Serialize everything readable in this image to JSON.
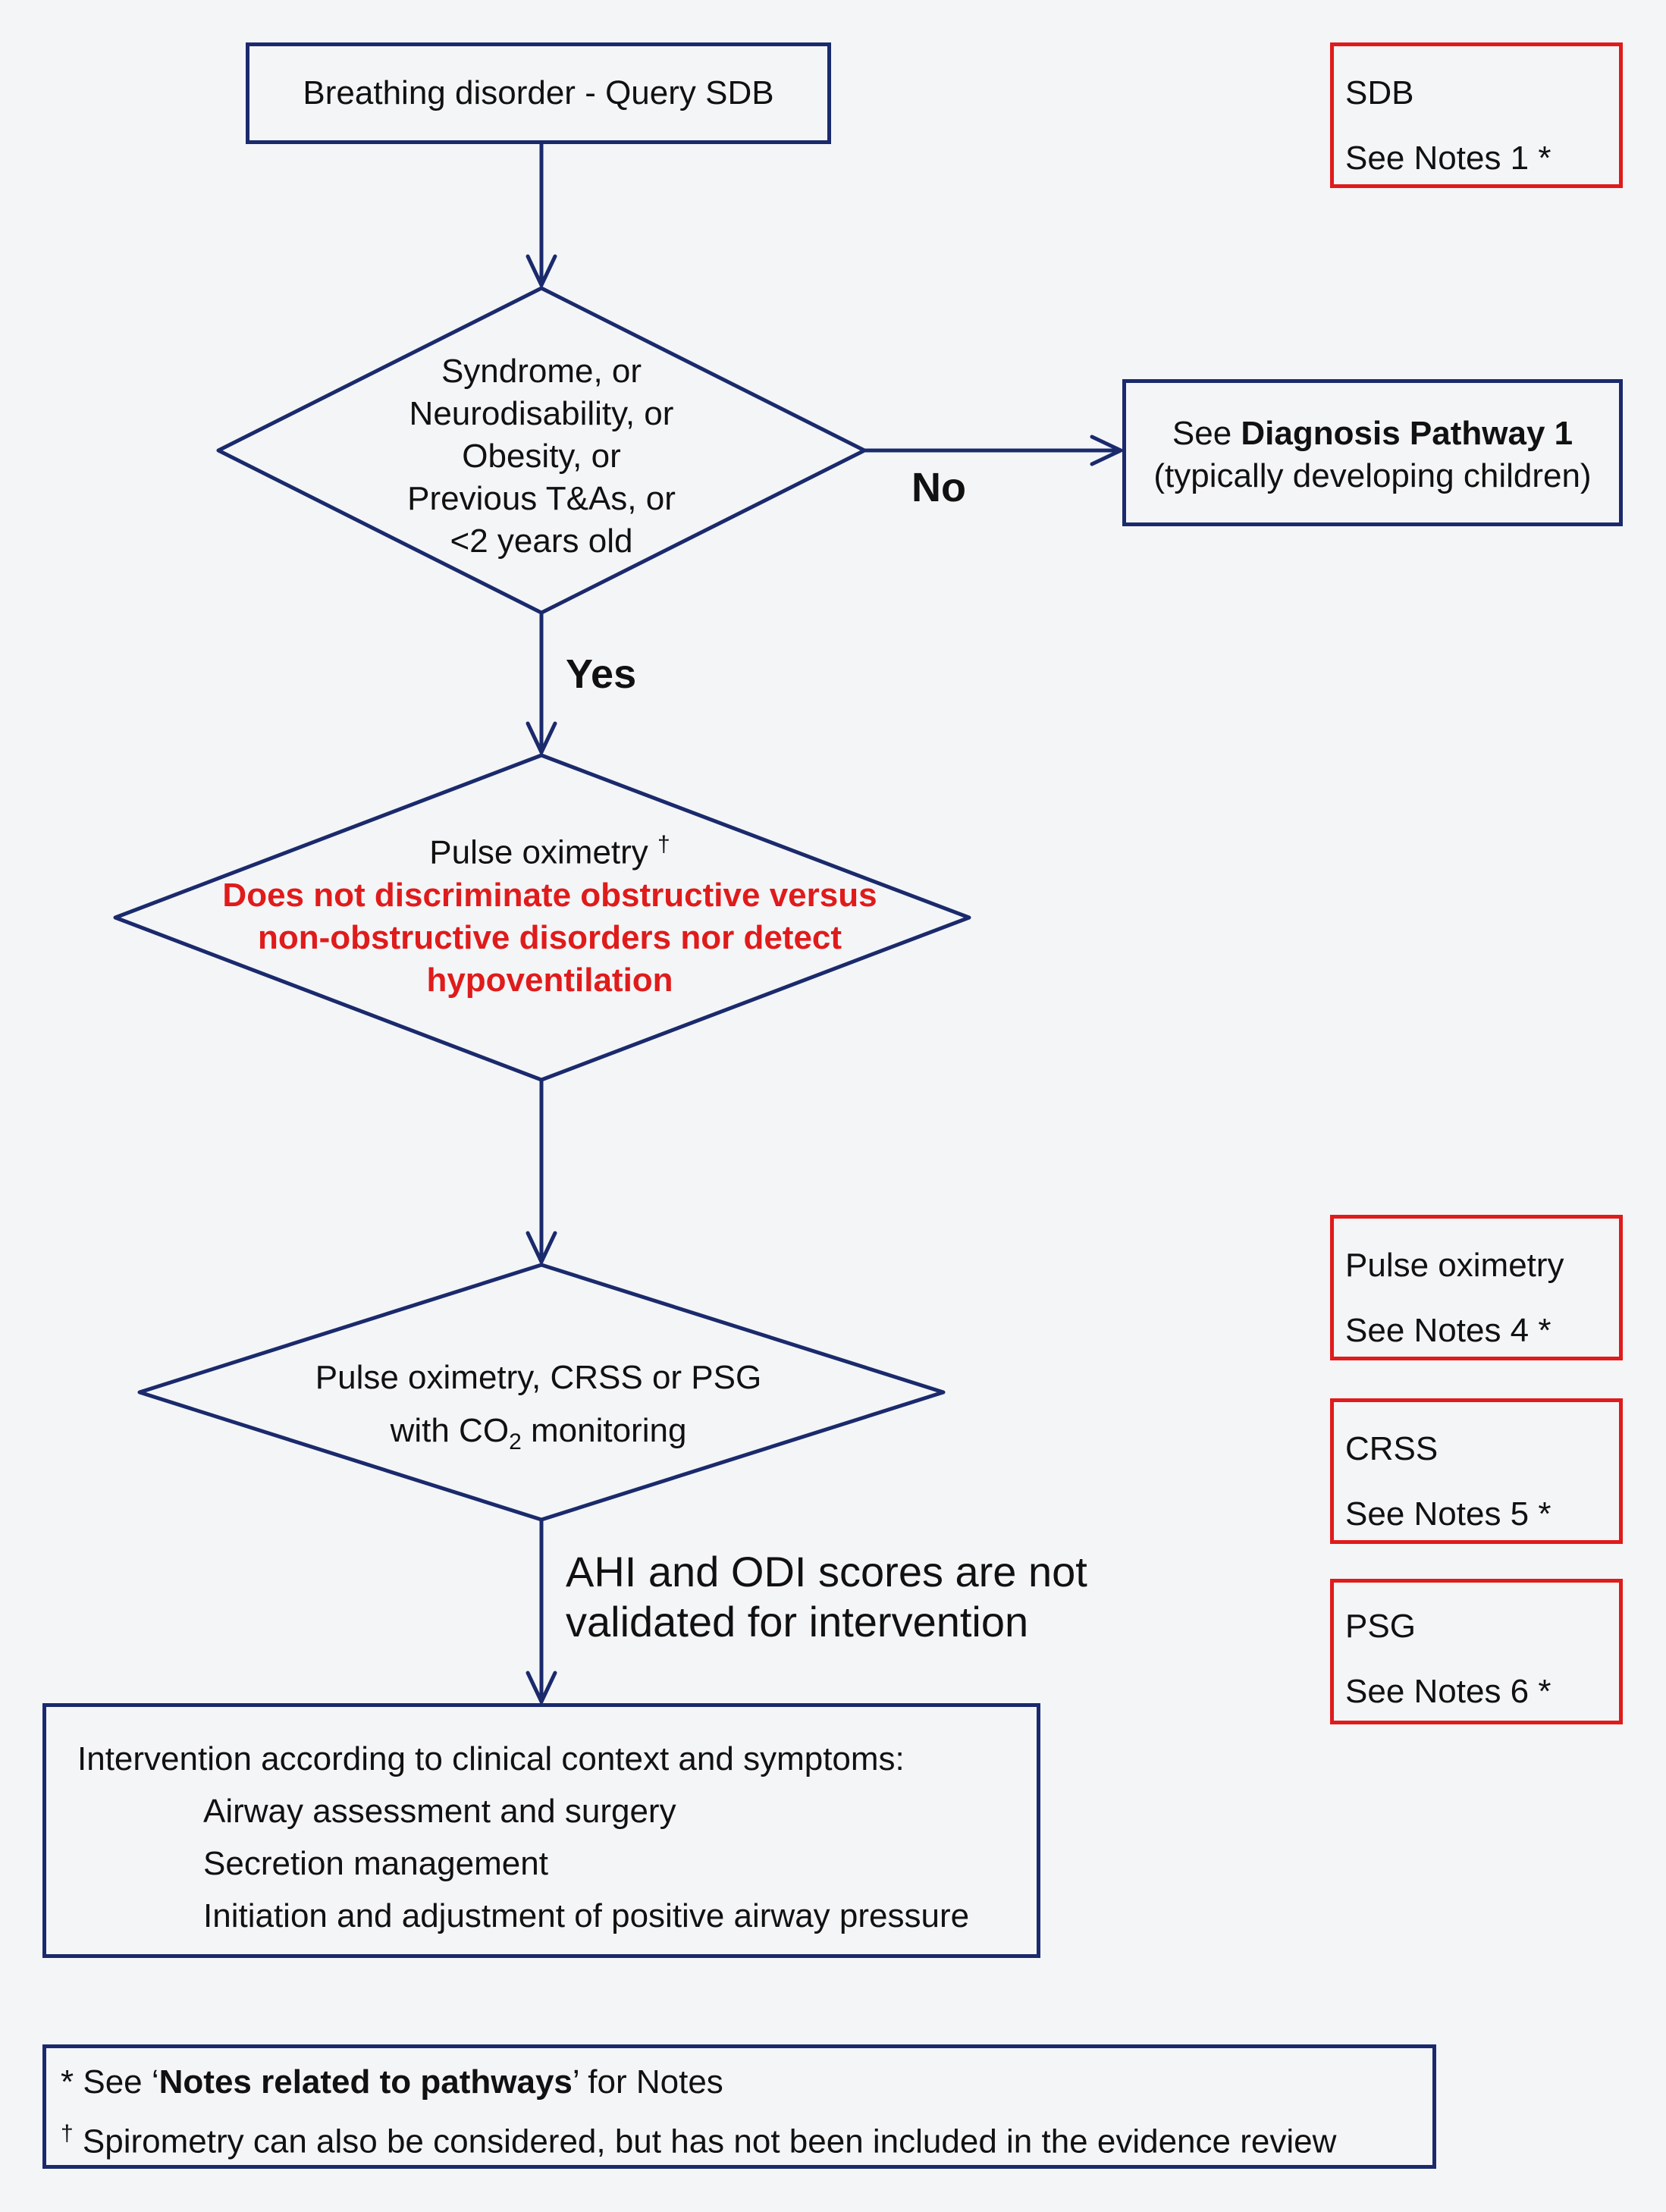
{
  "start_box": {
    "text": "Breathing disorder - Query SDB"
  },
  "decision1": {
    "lines": [
      "Syndrome, or",
      "Neurodisability, or",
      "Obesity, or",
      "Previous T&As, or",
      "<2 years old"
    ],
    "no_label": "No",
    "yes_label": "Yes"
  },
  "pathway_box": {
    "prefix": "See ",
    "bold": "Diagnosis Pathway 1",
    "line2": "(typically developing children)"
  },
  "decision2": {
    "title": "Pulse oximetry",
    "dagger": "†",
    "red_lines": [
      "Does not discriminate obstructive versus",
      "non-obstructive disorders nor detect",
      "hypoventilation"
    ]
  },
  "decision3": {
    "line1": "Pulse oximetry, CRSS or PSG",
    "line2_prefix": "with CO",
    "line2_sub": "2",
    "line2_suffix": " monitoring"
  },
  "scores_note": {
    "line1": "AHI and ODI scores are not",
    "line2": "validated for intervention"
  },
  "intervention_box": {
    "heading": "Intervention according to clinical context and symptoms:",
    "items": [
      "Airway assessment and surgery",
      "Secretion management",
      "Initiation and adjustment of positive airway pressure"
    ]
  },
  "side_notes": [
    {
      "title": "SDB",
      "note": "See Notes 1 *"
    },
    {
      "title": "Pulse oximetry",
      "note": "See Notes 4 *"
    },
    {
      "title": "CRSS",
      "note": "See Notes 5 *"
    },
    {
      "title": "PSG",
      "note": "See Notes 6 *"
    }
  ],
  "footnotes": {
    "star_symbol": "*",
    "star_prefix": " See ‘",
    "star_bold": "Notes related to pathways",
    "star_suffix": "’ for Notes",
    "dagger_symbol": "†",
    "dagger_text": " Spirometry can also be considered, but has not been included in the evidence review"
  },
  "colors": {
    "navy": "#1a2a6c",
    "red": "#e01b1b",
    "background": "#f4f5f7"
  }
}
